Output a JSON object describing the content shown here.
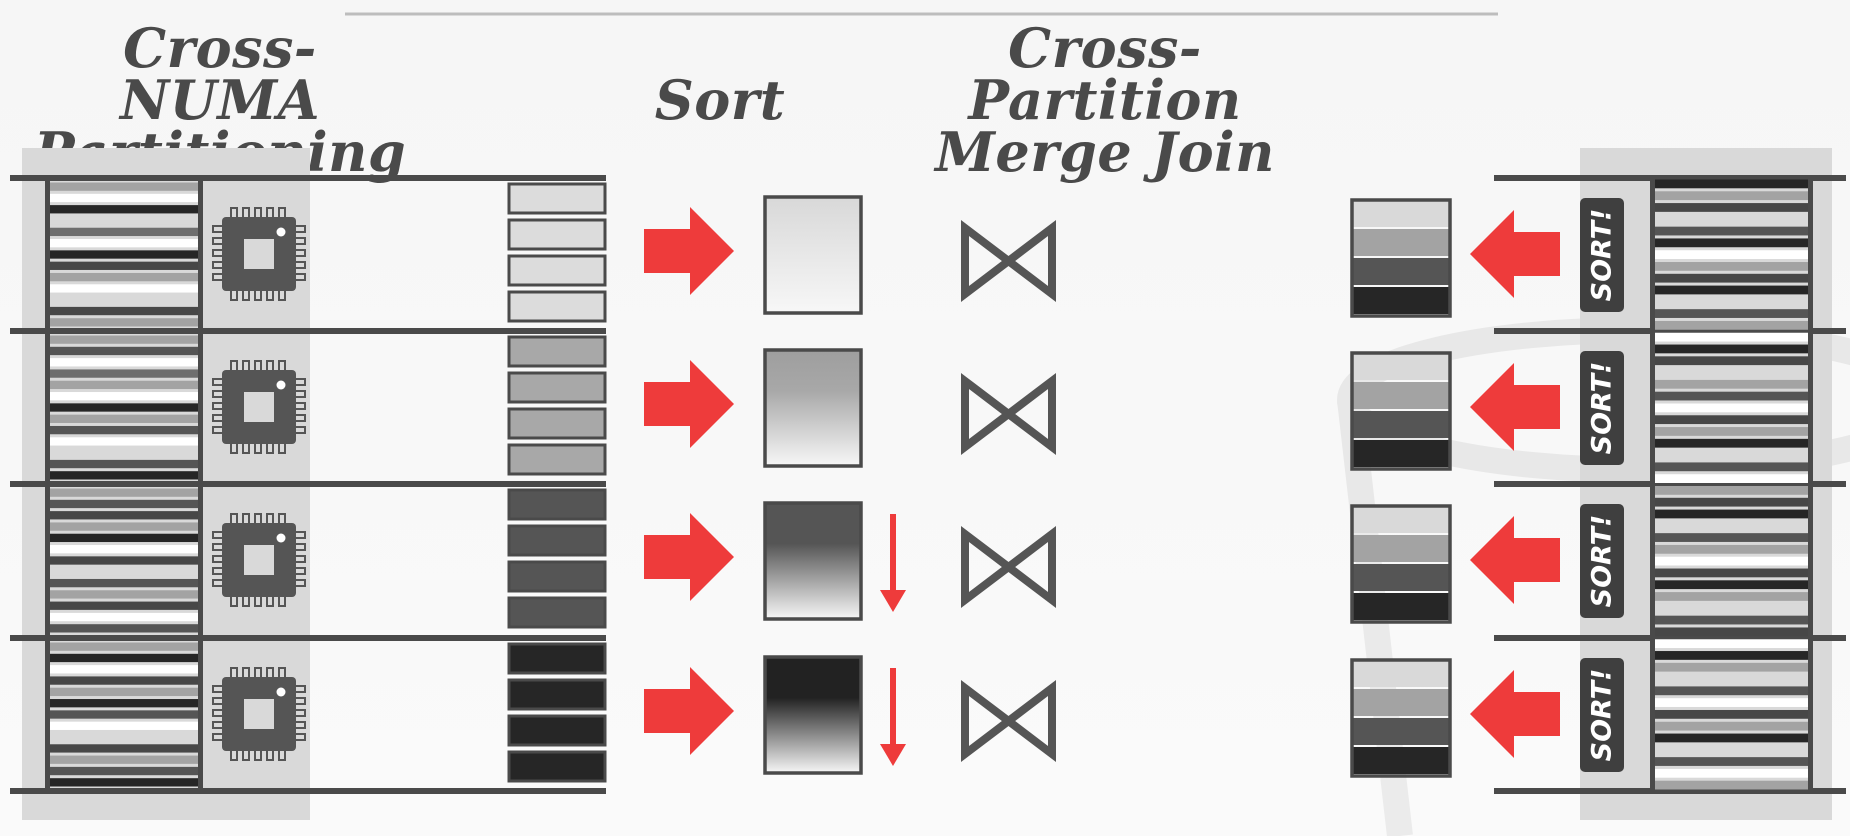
{
  "headings": {
    "partitioning": [
      "Cross-NUMA",
      "Partitioning"
    ],
    "sort": [
      "Sort"
    ],
    "merge_join": [
      "Cross-Partition",
      "Merge Join"
    ]
  },
  "partitions": [
    {
      "left_stripes": [
        "#a3a3a3",
        "#ffffff",
        "#262626",
        "#d9d9d9",
        "#6e6e6e",
        "#ffffff",
        "#262626",
        "#474747",
        "#a3a3a3",
        "#ffffff",
        "#d9d9d9",
        "#474747",
        "#a3a3a3"
      ],
      "runs_fill": "#dcdcdc",
      "sorted_top": "#d8d8d8",
      "sort_direction_arrow": false
    },
    {
      "left_stripes": [
        "#a3a3a3",
        "#555555",
        "#ffffff",
        "#6e6e6e",
        "#a3a3a3",
        "#ffffff",
        "#262626",
        "#a3a3a3",
        "#555555",
        "#ffffff",
        "#d9d9d9",
        "#555555",
        "#262626"
      ],
      "runs_fill": "#a8a8a8",
      "sorted_top": "#9e9e9e",
      "sort_direction_arrow": false
    },
    {
      "left_stripes": [
        "#a3a3a3",
        "#555555",
        "#474747",
        "#a3a3a3",
        "#262626",
        "#ffffff",
        "#474747",
        "#d9d9d9",
        "#555555",
        "#a3a3a3",
        "#474747",
        "#ffffff",
        "#555555"
      ],
      "runs_fill": "#555555",
      "sorted_top": "#555555",
      "sort_direction_arrow": true
    },
    {
      "left_stripes": [
        "#a3a3a3",
        "#262626",
        "#ffffff",
        "#474747",
        "#a3a3a3",
        "#262626",
        "#555555",
        "#ffffff",
        "#d9d9d9",
        "#474747",
        "#a3a3a3",
        "#555555",
        "#262626"
      ],
      "runs_fill": "#262626",
      "sorted_top": "#222222",
      "sort_direction_arrow": true
    }
  ],
  "right_side": {
    "sort_label": "SORT!",
    "sorted_run_fills": [
      "#d9d9d9",
      "#a3a3a3",
      "#555555",
      "#262626"
    ],
    "stripes": [
      "#262626",
      "#a3a3a3",
      "#474747",
      "#d9d9d9",
      "#555555",
      "#262626",
      "#ffffff",
      "#a3a3a3",
      "#474747",
      "#262626",
      "#d9d9d9",
      "#555555",
      "#a3a3a3",
      "#ffffff",
      "#262626",
      "#474747",
      "#d9d9d9",
      "#a3a3a3",
      "#555555",
      "#ffffff",
      "#474747",
      "#a3a3a3",
      "#262626",
      "#d9d9d9",
      "#555555",
      "#ffffff",
      "#a3a3a3",
      "#474747",
      "#262626",
      "#d9d9d9",
      "#555555",
      "#a3a3a3",
      "#ffffff",
      "#474747",
      "#262626",
      "#a3a3a3",
      "#d9d9d9",
      "#555555",
      "#474747",
      "#ffffff",
      "#262626",
      "#a3a3a3",
      "#d9d9d9",
      "#555555",
      "#ffffff",
      "#474747",
      "#a3a3a3",
      "#262626",
      "#d9d9d9",
      "#555555",
      "#ffffff",
      "#a3a3a3"
    ]
  },
  "colors": {
    "arrow": "#ee3b3b",
    "dark": "#4a4a4a",
    "panel": "#d9d9d9"
  }
}
